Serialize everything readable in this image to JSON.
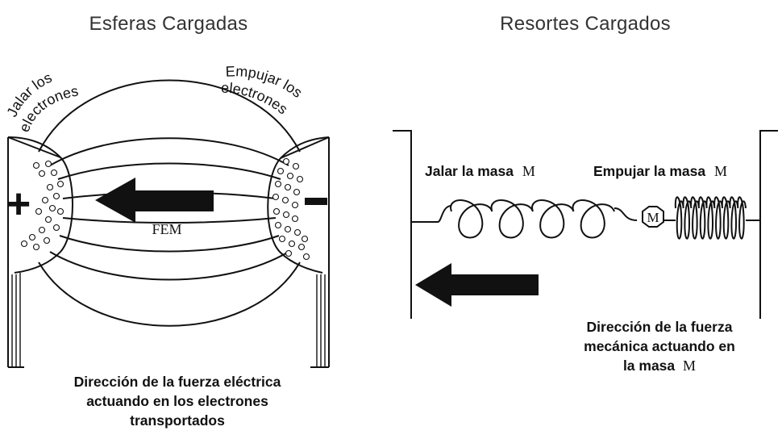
{
  "left": {
    "title": "Esferas Cargadas",
    "pull_label": "Jalar los electrones",
    "push_label": "Empujar los electrones",
    "emf_label": "FEM",
    "plus_sign": "+",
    "minus_sign": "–",
    "caption_lines": [
      "Dirección de la fuerza eléctrica",
      "actuando en los electrones",
      "transportados"
    ]
  },
  "right": {
    "title": "Resortes Cargados",
    "pull_label": "Jalar la masa",
    "push_label": "Empujar la masa",
    "mass_symbol": "M",
    "caption_lines": [
      "Dirección de la fuerza",
      "mecánica actuando en",
      "la masa"
    ]
  },
  "colors": {
    "ink": "#111111",
    "title": "#333333",
    "background": "#ffffff"
  }
}
